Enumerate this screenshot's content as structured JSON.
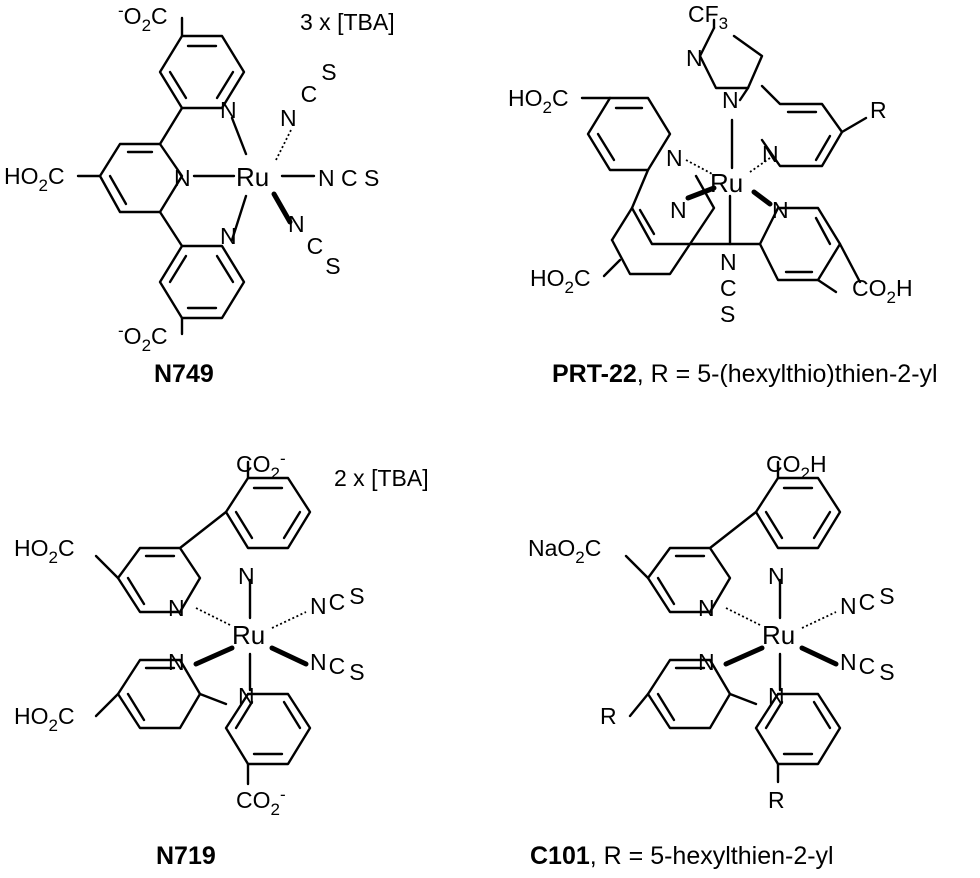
{
  "molecules": [
    {
      "name": "N749",
      "counterion": "3 x [TBA]",
      "labels": {
        "topCarboxylate": "O",
        "leftAcid": "HO",
        "bottomCarboxylate": "O",
        "metal": "Ru",
        "n1": "N",
        "n2": "N",
        "n3": "N",
        "ncs1": "N C S",
        "ncs2": "N C S",
        "ncs3": "N C S"
      }
    },
    {
      "name": "PRT-22",
      "caption_rest": ", R = 5-(hexylthio)thien-2-yl",
      "labels": {
        "cf3": "CF",
        "acid1": "HO",
        "acid2": "HO",
        "acid3": "CO",
        "metal": "Ru",
        "r": "R",
        "n": "N",
        "cs": "C",
        "s": "S"
      }
    },
    {
      "name": "N719",
      "counterion": "2 x [TBA]",
      "labels": {
        "topCarboxylate": "CO",
        "acid1": "HO",
        "acid2": "HO",
        "bottomCarboxylate": "CO",
        "metal": "Ru",
        "n": "N",
        "c": "C",
        "s": "S"
      }
    },
    {
      "name": "C101",
      "caption_rest": ", R = 5-hexylthien-2-yl",
      "labels": {
        "topAcid": "CO",
        "salt": "NaO",
        "metal": "Ru",
        "n": "N",
        "c": "C",
        "s": "S",
        "r": "R"
      }
    }
  ]
}
